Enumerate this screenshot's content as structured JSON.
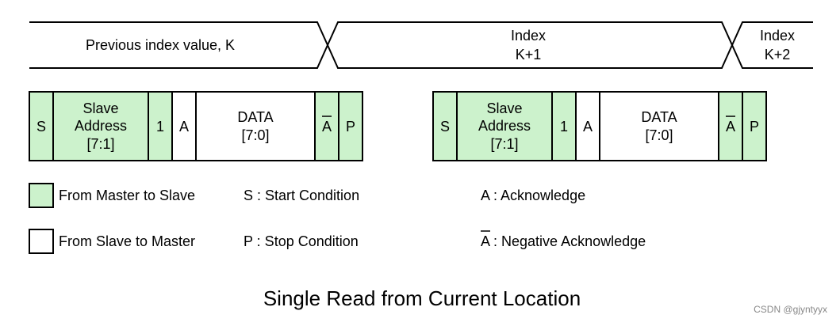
{
  "colors": {
    "master_fill": "#ccf2cc",
    "slave_fill": "#ffffff",
    "stroke": "#000000"
  },
  "timeline": {
    "seg1": "Previous index value, K",
    "seg2_line1": "Index",
    "seg2_line2": "K+1",
    "seg3_line1": "Index",
    "seg3_line2": "K+2"
  },
  "frames": [
    {
      "s": "S",
      "addr_line1": "Slave",
      "addr_line2": "Address",
      "addr_line3": "[7:1]",
      "rw": "1",
      "ack": "A",
      "data_line1": "DATA",
      "data_line2": "[7:0]",
      "nack": "A",
      "p": "P"
    },
    {
      "s": "S",
      "addr_line1": "Slave",
      "addr_line2": "Address",
      "addr_line3": "[7:1]",
      "rw": "1",
      "ack": "A",
      "data_line1": "DATA",
      "data_line2": "[7:0]",
      "nack": "A",
      "p": "P"
    }
  ],
  "legend": {
    "master_to_slave": "From Master to Slave",
    "slave_to_master": "From Slave to Master",
    "start": "S : Start Condition",
    "stop": "P : Stop Condition",
    "ack": "A : Acknowledge",
    "nack_letter": "A",
    "nack_rest": " : Negative Acknowledge"
  },
  "caption": "Single Read from Current Location",
  "watermark": "CSDN @gjyntyyx"
}
